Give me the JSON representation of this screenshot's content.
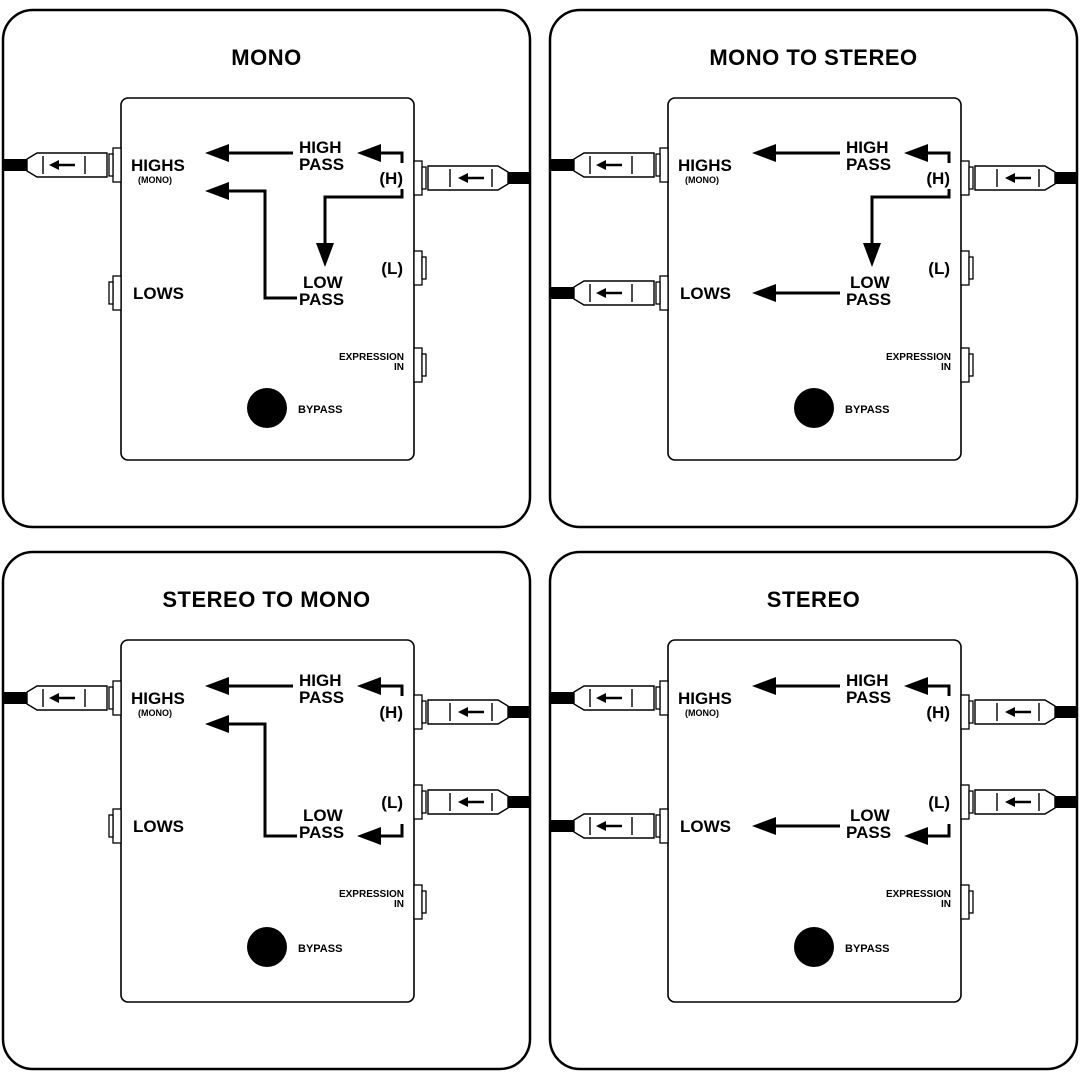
{
  "colors": {
    "ink": "#000000",
    "paper": "#ffffff"
  },
  "labels": {
    "highs": "HIGHS",
    "mono_sub": "(MONO)",
    "lows": "LOWS",
    "high_pass_1": "HIGH",
    "high_pass_2": "PASS",
    "low_pass_1": "LOW",
    "low_pass_2": "PASS",
    "in_h": "(H)",
    "in_l": "(L)",
    "expression_1": "EXPRESSION",
    "expression_2": "IN",
    "bypass": "BYPASS"
  },
  "panels": [
    {
      "id": "mono",
      "title": "MONO",
      "inputs": {
        "h": true,
        "l": false
      },
      "outputs": {
        "highs": true,
        "lows": false
      },
      "routing": {
        "high_pass_to": "highs",
        "low_pass_to": "highs",
        "low_pass_source": "h"
      }
    },
    {
      "id": "mono-to-stereo",
      "title": "MONO TO STEREO",
      "inputs": {
        "h": true,
        "l": false
      },
      "outputs": {
        "highs": true,
        "lows": true
      },
      "routing": {
        "high_pass_to": "highs",
        "low_pass_to": "lows",
        "low_pass_source": "h"
      }
    },
    {
      "id": "stereo-to-mono",
      "title": "STEREO TO MONO",
      "inputs": {
        "h": true,
        "l": true
      },
      "outputs": {
        "highs": true,
        "lows": false
      },
      "routing": {
        "high_pass_to": "highs",
        "low_pass_to": "highs",
        "low_pass_source": "l"
      }
    },
    {
      "id": "stereo",
      "title": "STEREO",
      "inputs": {
        "h": true,
        "l": true
      },
      "outputs": {
        "highs": true,
        "lows": true
      },
      "routing": {
        "high_pass_to": "highs",
        "low_pass_to": "lows",
        "low_pass_source": "l"
      }
    }
  ]
}
